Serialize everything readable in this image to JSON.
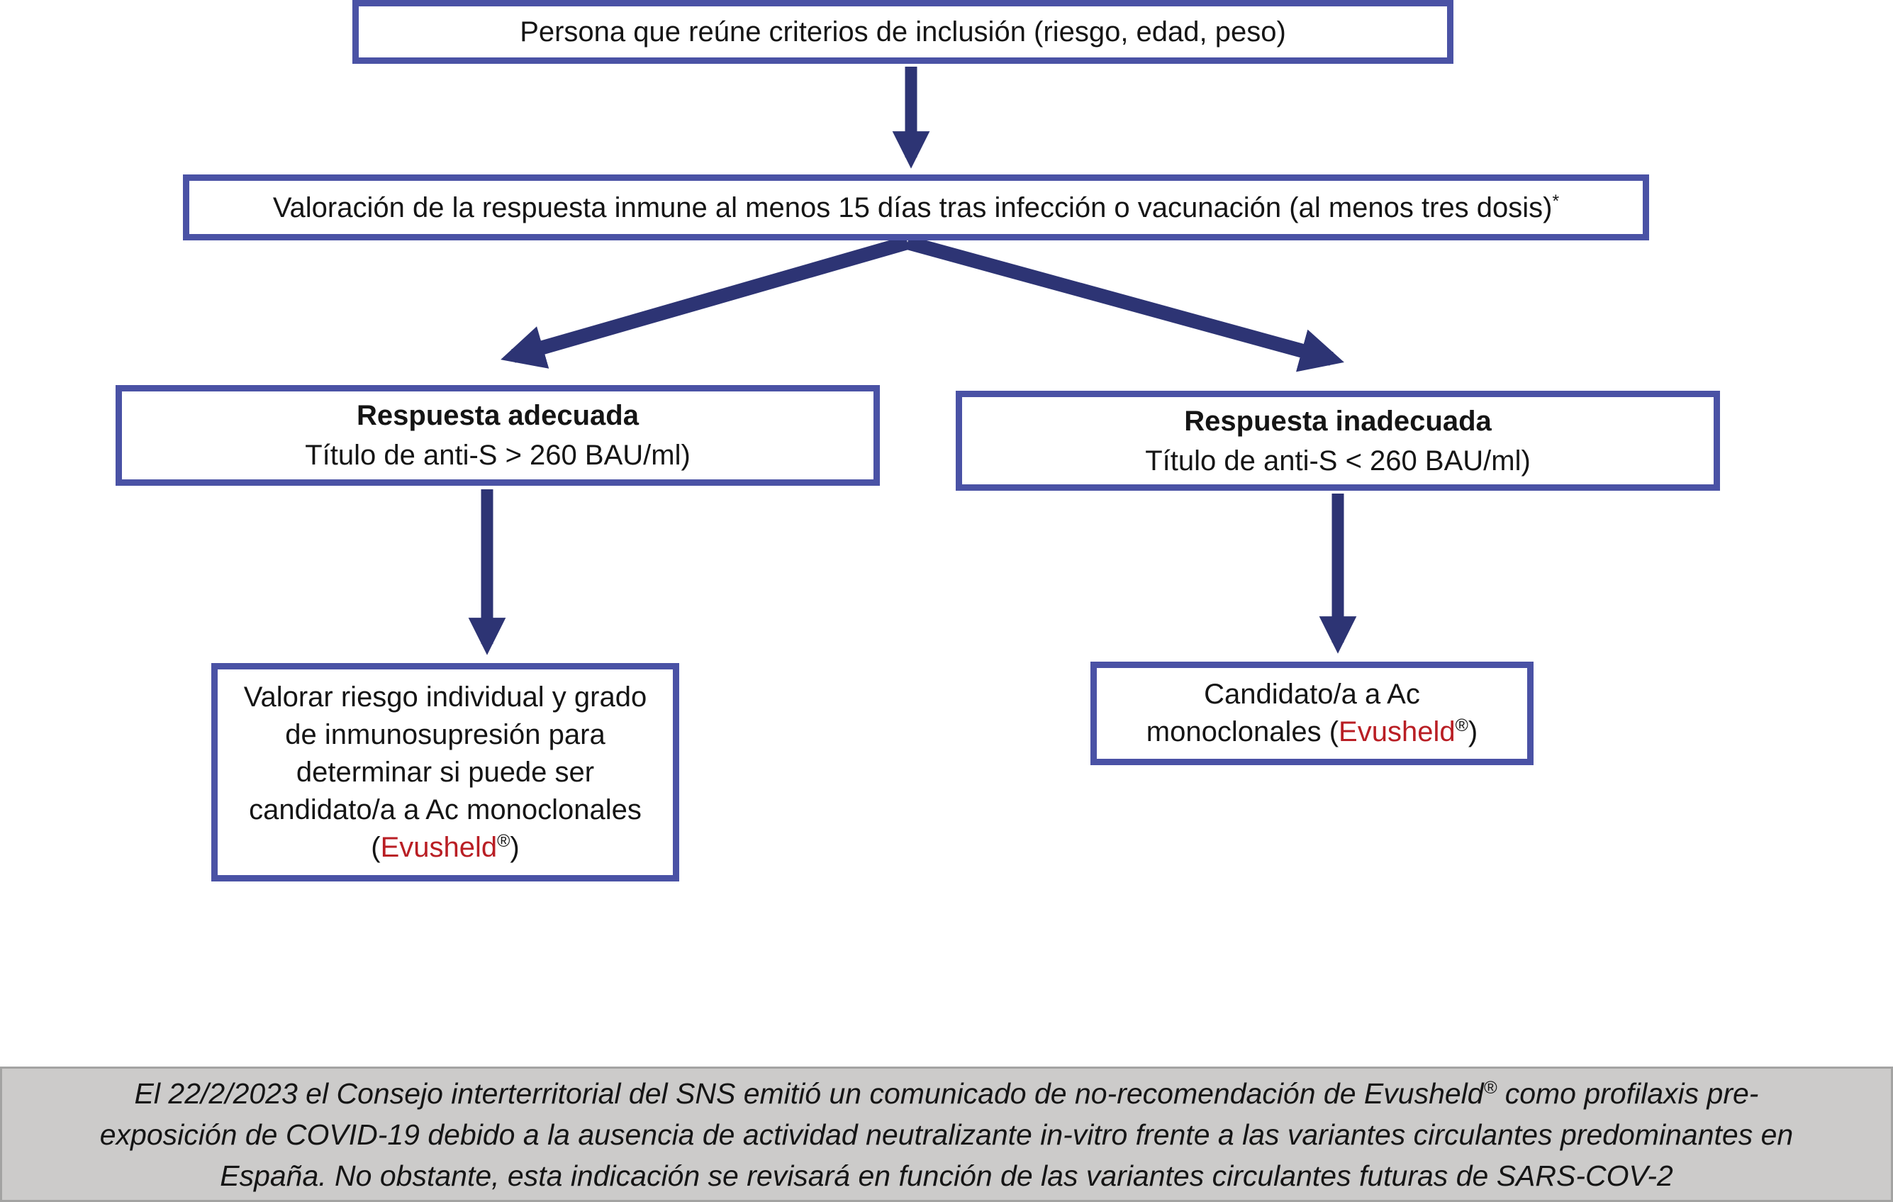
{
  "colors": {
    "page_bg": "#ffffff",
    "box_bg": "#ffffff",
    "box_border": "#4a52a5",
    "arrow": "#2d3474",
    "drug_red": "#b91e24",
    "text": "#151515",
    "footnote_bg": "#cccbca",
    "footnote_border": "#a3a3a2"
  },
  "flow": {
    "box1": "Persona que reúne criterios de inclusión (riesgo, edad, peso)",
    "box2": "Valoración de la respuesta inmune al menos 15 días tras infección o vacunación (al menos tres dosis)",
    "box2_sup": "*",
    "adequate": {
      "title": "Respuesta adecuada",
      "criteria": "Título de anti-S > 260 BAU/ml)"
    },
    "inadequate": {
      "title": "Respuesta inadecuada",
      "criteria": "Título de anti-S < 260 BAU/ml)"
    },
    "risk_box": {
      "text": "Valorar riesgo individual y grado de inmunosupresión para determinar si puede ser candidato/a a Ac monoclonales",
      "paren_open": " (",
      "drug": "Evusheld",
      "registered": "®",
      "paren_close": ")"
    },
    "candidate_box": {
      "text": "Candidato/a a Ac monoclonales",
      "paren_open": " (",
      "drug": "Evusheld",
      "registered": "®",
      "paren_close": ")"
    }
  },
  "footnote": {
    "line1_before": "El 22/2/2023 el Consejo interterritorial del SNS emitió un comunicado de no-recomendación de Evusheld",
    "registered": "®",
    "line1_after": " como profilaxis pre-",
    "line2": "exposición de COVID-19 debido a la ausencia de actividad neutralizante in-vitro frente a las variantes circulantes predominantes en",
    "line3": "España. No obstante, esta indicación se revisará en función de las variantes circulantes futuras de SARS-COV-2"
  }
}
